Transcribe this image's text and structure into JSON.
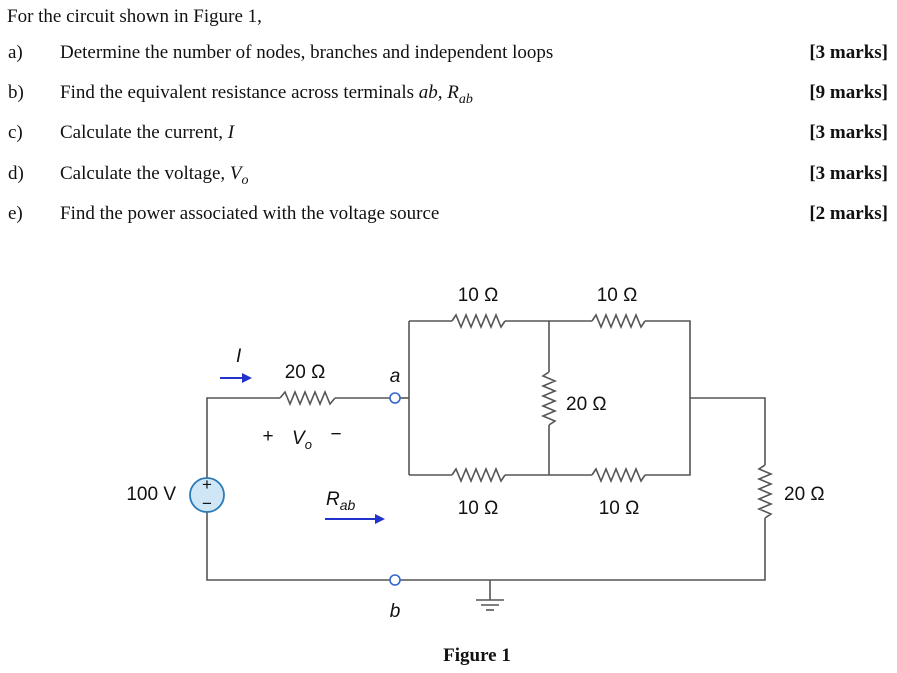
{
  "intro": "For the circuit shown in Figure 1,",
  "questions": [
    {
      "label": "a)",
      "text": "Determine the number of nodes, branches and independent loops",
      "math": "",
      "marks": "[3 marks]"
    },
    {
      "label": "b)",
      "text": "Find the equivalent resistance across terminals ",
      "math": "ab",
      "math2": ", R",
      "sub": "ab",
      "marks": "[9 marks]"
    },
    {
      "label": "c)",
      "text": "Calculate the current, ",
      "math": "I",
      "marks": "[3 marks]"
    },
    {
      "label": "d)",
      "text": "Calculate the voltage, ",
      "math": "V",
      "sub": "o",
      "marks": "[3 marks]"
    },
    {
      "label": "e)",
      "text": "Find the power associated with the voltage source",
      "math": "",
      "marks": "[2 marks]"
    }
  ],
  "circuit": {
    "current_label": "I",
    "r_series": "20 Ω",
    "terminal_a": "a",
    "terminal_b": "b",
    "vo_plus": "+",
    "vo_label": "V",
    "vo_sub": "o",
    "vo_minus": "−",
    "source_value": "100 V",
    "source_plus": "+",
    "source_minus": "−",
    "rab_label": "R",
    "rab_sub": "ab",
    "r_top_left": "10 Ω",
    "r_top_right": "10 Ω",
    "r_middle": "20 Ω",
    "r_bottom_left": "10 Ω",
    "r_bottom_right": "10 Ω",
    "r_right": "20 Ω",
    "figure_caption": "Figure 1"
  },
  "colors": {
    "wire": "#555555",
    "arrow": "#2233cc",
    "terminal": "#3366cc",
    "source_fill": "#cfe6f7",
    "source_stroke": "#2a7ab8"
  }
}
